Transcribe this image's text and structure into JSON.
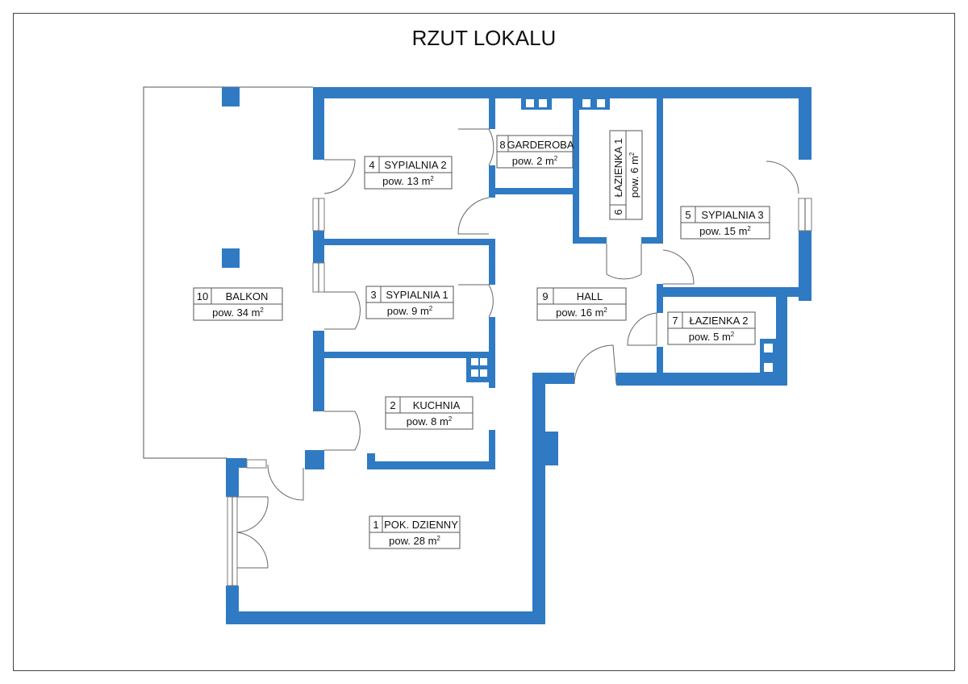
{
  "title": "RZUT LOKALU",
  "wall_color": "#2f7ac3",
  "rooms": [
    {
      "id": "balkon",
      "num": "10",
      "name": "BALKON",
      "area_prefix": "pow. 34 m",
      "area_sup": "2"
    },
    {
      "id": "sypialnia2",
      "num": "4",
      "name": "SYPIALNIA 2",
      "area_prefix": "pow. 13 m",
      "area_sup": "2"
    },
    {
      "id": "garderoba",
      "num": "8",
      "name": "GARDEROBA",
      "area_prefix": "pow. 2 m",
      "area_sup": "2"
    },
    {
      "id": "lazienka1",
      "num": "6",
      "name": "ŁAZIENKA 1",
      "area_prefix": "pow. 6 m",
      "area_sup": "2"
    },
    {
      "id": "sypialnia3",
      "num": "5",
      "name": "SYPIALNIA 3",
      "area_prefix": "pow. 15 m",
      "area_sup": "2"
    },
    {
      "id": "sypialnia1",
      "num": "3",
      "name": "SYPIALNIA 1",
      "area_prefix": "pow. 9 m",
      "area_sup": "2"
    },
    {
      "id": "hall",
      "num": "9",
      "name": "HALL",
      "area_prefix": "pow. 16 m",
      "area_sup": "2"
    },
    {
      "id": "lazienka2",
      "num": "7",
      "name": "ŁAZIENKA 2",
      "area_prefix": "pow. 5 m",
      "area_sup": "2"
    },
    {
      "id": "kuchnia",
      "num": "2",
      "name": "KUCHNIA",
      "area_prefix": "pow. 8 m",
      "area_sup": "2"
    },
    {
      "id": "pokdzienny",
      "num": "1",
      "name": "POK. DZIENNY",
      "area_prefix": "pow. 28 m",
      "area_sup": "2"
    }
  ]
}
